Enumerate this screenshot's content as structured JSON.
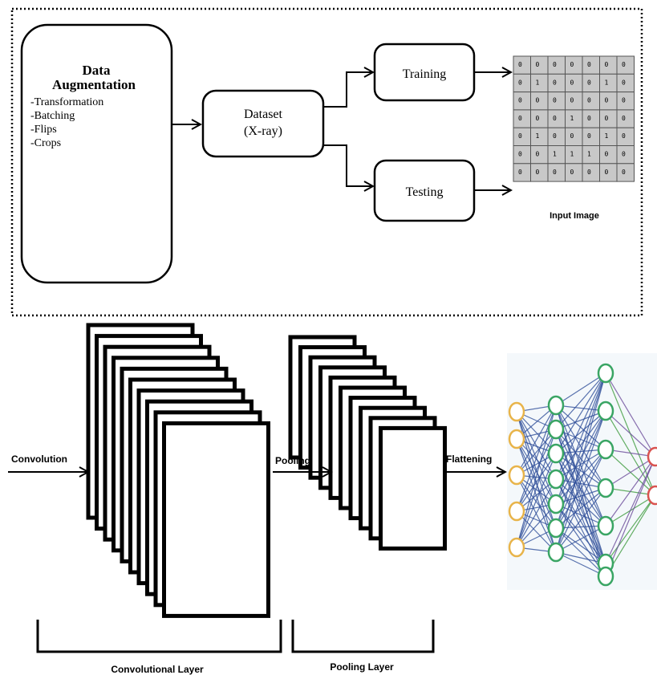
{
  "augmentation": {
    "title_line1": "Data",
    "title_line2": "Augmentation",
    "items": [
      "-Transformation",
      "-Batching",
      "-Flips",
      "-Crops"
    ]
  },
  "dataset": {
    "line1": "Dataset",
    "line2": "(X-ray)"
  },
  "training_label": "Training",
  "testing_label": "Testing",
  "input_image": {
    "caption": "Input Image",
    "matrix": [
      [
        0,
        0,
        0,
        0,
        0,
        0,
        0
      ],
      [
        0,
        1,
        0,
        0,
        0,
        1,
        0
      ],
      [
        0,
        0,
        0,
        0,
        0,
        0,
        0
      ],
      [
        0,
        0,
        0,
        1,
        0,
        0,
        0
      ],
      [
        0,
        1,
        0,
        0,
        0,
        1,
        0
      ],
      [
        0,
        0,
        1,
        1,
        1,
        0,
        0
      ],
      [
        0,
        0,
        0,
        0,
        0,
        0,
        0
      ]
    ]
  },
  "labels": {
    "convolution": "Convolution",
    "pooling": "Pooling",
    "flattening": "Flattening",
    "convolutional_layer": "Convolutional Layer",
    "pooling_layer": "Pooling Layer"
  },
  "colors": {
    "matrix_fill": "#c8c8c8",
    "input_node": "#e8b44a",
    "hidden_node": "#3aa564",
    "output_node": "#d9534f",
    "edge_blue": "#2f4f9a",
    "edge_green": "#3c9a3c",
    "edge_purple": "#6a4a9a"
  }
}
